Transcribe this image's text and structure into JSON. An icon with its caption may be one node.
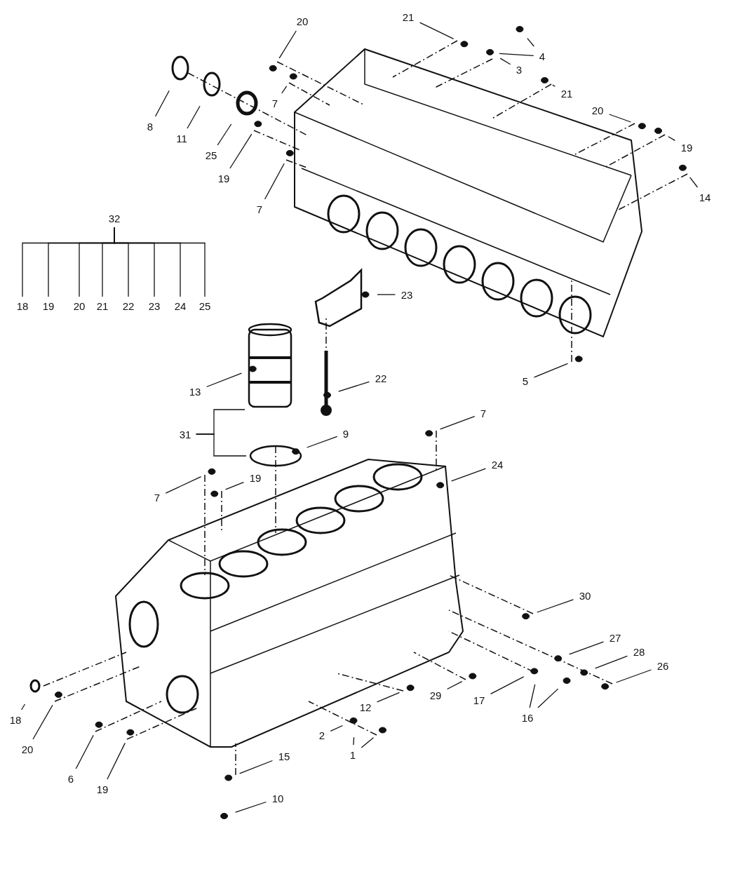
{
  "diagram": {
    "nodes": [
      {
        "text": [
          "20"
        ]
      },
      {
        "text": [
          "21"
        ]
      },
      {
        "text": [
          "4"
        ]
      },
      {
        "text": [
          "3"
        ]
      },
      {
        "text": [
          "8"
        ]
      },
      {
        "text": [
          "11"
        ]
      },
      {
        "text": [
          "25"
        ]
      },
      {
        "text": [
          "7"
        ]
      },
      {
        "text": [
          "21"
        ]
      },
      {
        "text": [
          "20"
        ]
      },
      {
        "text": [
          "19"
        ]
      },
      {
        "text": [
          "19"
        ]
      },
      {
        "text": [
          "7"
        ]
      },
      {
        "text": [
          "14"
        ]
      },
      {
        "text": [
          "32"
        ]
      },
      {
        "text": [
          "18"
        ]
      },
      {
        "text": [
          "19"
        ]
      },
      {
        "text": [
          "20"
        ]
      },
      {
        "text": [
          "21"
        ]
      },
      {
        "text": [
          "22"
        ]
      },
      {
        "text": [
          "23"
        ]
      },
      {
        "text": [
          "24"
        ]
      },
      {
        "text": [
          "25"
        ]
      },
      {
        "text": [
          "23"
        ]
      },
      {
        "text": [
          "22"
        ]
      },
      {
        "text": [
          "5"
        ]
      },
      {
        "text": [
          "13"
        ]
      },
      {
        "text": [
          "7"
        ]
      },
      {
        "text": [
          "31"
        ]
      },
      {
        "text": [
          "9"
        ]
      },
      {
        "text": [
          "24"
        ]
      },
      {
        "text": [
          "19"
        ]
      },
      {
        "text": [
          "7"
        ]
      },
      {
        "text": [
          "30"
        ]
      },
      {
        "text": [
          "27"
        ]
      },
      {
        "text": [
          "28"
        ]
      },
      {
        "text": [
          "26"
        ]
      },
      {
        "text": [
          "17"
        ]
      },
      {
        "text": [
          "12"
        ]
      },
      {
        "text": [
          "29"
        ]
      },
      {
        "text": [
          "18"
        ]
      },
      {
        "text": [
          "16"
        ]
      },
      {
        "text": [
          "2"
        ]
      },
      {
        "text": [
          "20"
        ]
      },
      {
        "text": [
          "1"
        ]
      },
      {
        "text": [
          "15"
        ]
      },
      {
        "text": [
          "6"
        ]
      },
      {
        "text": [
          "19"
        ]
      },
      {
        "text": [
          "10"
        ]
      }
    ],
    "edges": [
      {
        "from": 0,
        "to": null,
        "arrow": "none"
      },
      {
        "from": 1,
        "to": null,
        "arrow": "none"
      },
      {
        "from": 2,
        "to": null,
        "arrow": "none"
      },
      {
        "from": 2,
        "to": null,
        "arrow": "none"
      },
      {
        "from": 3,
        "to": null,
        "arrow": "none"
      },
      {
        "from": 4,
        "to": null,
        "arrow": "none"
      },
      {
        "from": 5,
        "to": null,
        "arrow": "none"
      },
      {
        "from": 6,
        "to": null,
        "arrow": "none"
      },
      {
        "from": 7,
        "to": null,
        "arrow": "none"
      },
      {
        "from": 8,
        "to": null,
        "arrow": "none"
      },
      {
        "from": 9,
        "to": null,
        "arrow": "none"
      },
      {
        "from": 10,
        "to": null,
        "arrow": "none"
      },
      {
        "from": 11,
        "to": null,
        "arrow": "none"
      },
      {
        "from": 12,
        "to": null,
        "arrow": "none"
      },
      {
        "from": 13,
        "to": null,
        "arrow": "none"
      },
      {
        "from": 14,
        "to": 15,
        "arrow": "none"
      },
      {
        "from": 14,
        "to": 16,
        "arrow": "none"
      },
      {
        "from": 14,
        "to": 17,
        "arrow": "none"
      },
      {
        "from": 14,
        "to": 18,
        "arrow": "none"
      },
      {
        "from": 14,
        "to": 19,
        "arrow": "none"
      },
      {
        "from": 14,
        "to": 20,
        "arrow": "none"
      },
      {
        "from": 14,
        "to": 21,
        "arrow": "none"
      },
      {
        "from": 14,
        "to": 22,
        "arrow": "none"
      },
      {
        "from": 23,
        "to": null,
        "arrow": "none"
      },
      {
        "from": 24,
        "to": null,
        "arrow": "none"
      },
      {
        "from": 25,
        "to": null,
        "arrow": "none"
      },
      {
        "from": 26,
        "to": null,
        "arrow": "none"
      },
      {
        "from": 27,
        "to": null,
        "arrow": "none"
      },
      {
        "from": 28,
        "to": null,
        "arrow": "none"
      },
      {
        "from": 28,
        "to": null,
        "arrow": "none"
      },
      {
        "from": 29,
        "to": null,
        "arrow": "none"
      },
      {
        "from": 30,
        "to": null,
        "arrow": "none"
      },
      {
        "from": 31,
        "to": null,
        "arrow": "none"
      },
      {
        "from": 32,
        "to": null,
        "arrow": "none"
      },
      {
        "from": 33,
        "to": null,
        "arrow": "none"
      },
      {
        "from": 34,
        "to": null,
        "arrow": "none"
      },
      {
        "from": 35,
        "to": null,
        "arrow": "none"
      },
      {
        "from": 36,
        "to": null,
        "arrow": "none"
      },
      {
        "from": 37,
        "to": null,
        "arrow": "none"
      },
      {
        "from": 38,
        "to": null,
        "arrow": "none"
      },
      {
        "from": 39,
        "to": null,
        "arrow": "none"
      },
      {
        "from": 40,
        "to": null,
        "arrow": "none"
      },
      {
        "from": 41,
        "to": null,
        "arrow": "none"
      },
      {
        "from": 41,
        "to": null,
        "arrow": "none"
      },
      {
        "from": 42,
        "to": null,
        "arrow": "none"
      },
      {
        "from": 43,
        "to": null,
        "arrow": "none"
      },
      {
        "from": 44,
        "to": null,
        "arrow": "none"
      },
      {
        "from": 44,
        "to": null,
        "arrow": "none"
      },
      {
        "from": 45,
        "to": null,
        "arrow": "none"
      },
      {
        "from": 46,
        "to": null,
        "arrow": "none"
      },
      {
        "from": 47,
        "to": null,
        "arrow": "none"
      },
      {
        "from": 48,
        "to": null,
        "arrow": "none"
      }
    ]
  }
}
